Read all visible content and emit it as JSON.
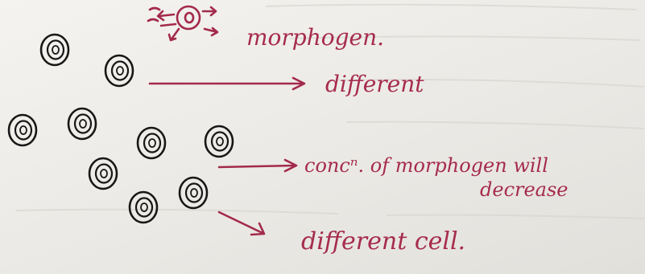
{
  "labels": {
    "morphogen": "morphogen.",
    "different": "different",
    "conc_line1": "concⁿ. of morphogen will",
    "conc_line2": "decrease",
    "different_cell": "different cell."
  },
  "colors": {
    "ink_cells": "#171717",
    "ink_labels": "#a62c4c",
    "paper": "#eceae6"
  }
}
